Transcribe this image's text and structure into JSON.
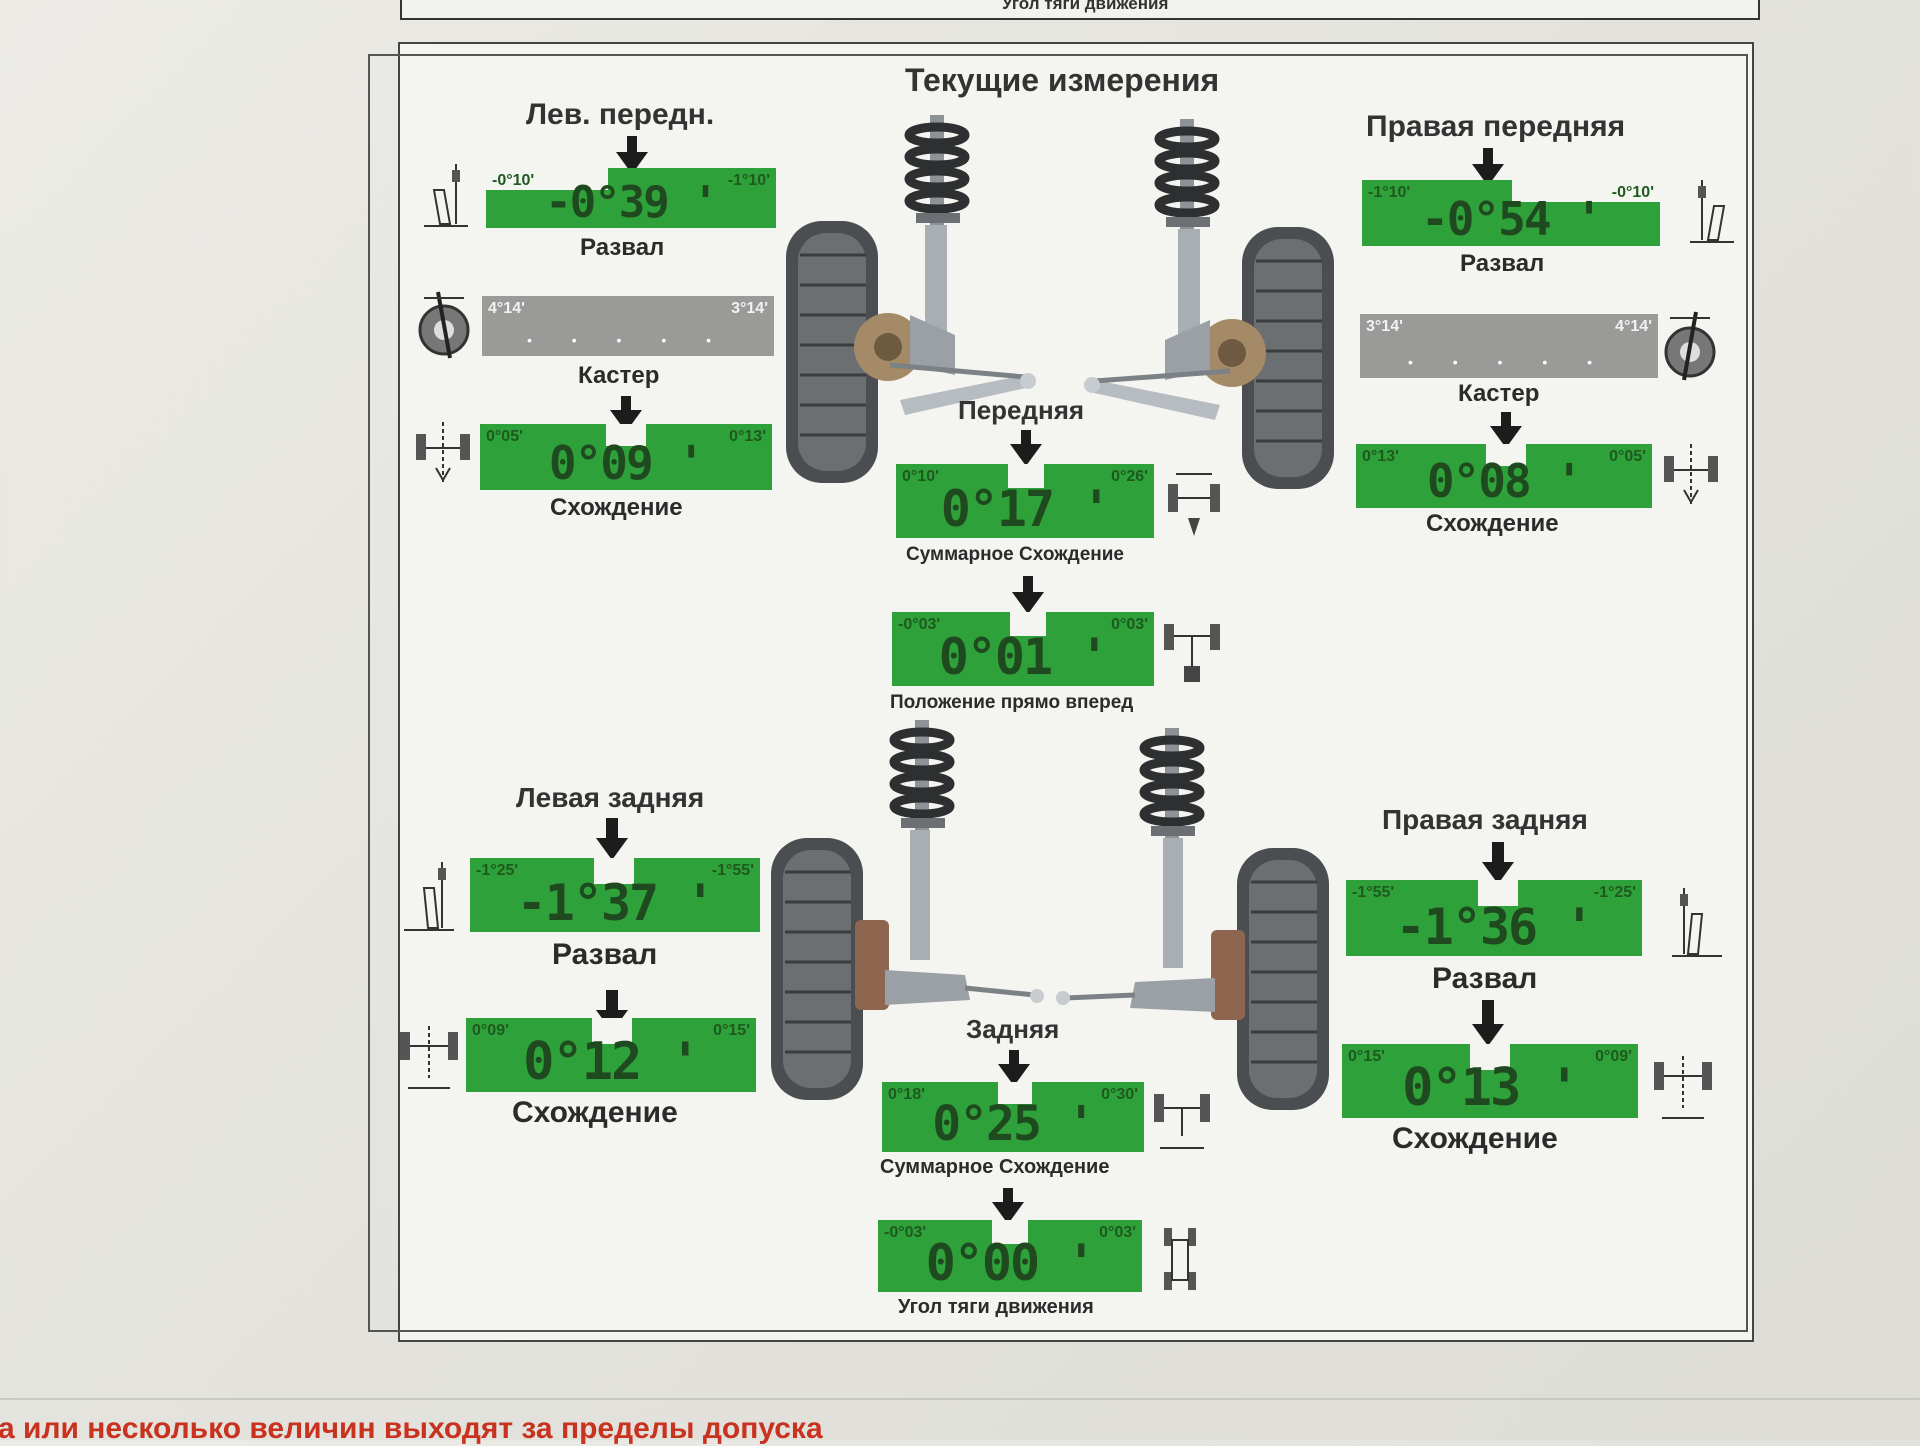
{
  "top_caption": "Угол тяги движения",
  "title": "Текущие измерения",
  "front": {
    "left": {
      "heading": "Лев. передн.",
      "camber": {
        "min": "-0°10'",
        "max": "-1°10'",
        "value": "-0°39",
        "label": "Развал"
      },
      "caster": {
        "min": "4°14'",
        "max": "3°14'",
        "label": "Кастер"
      },
      "toe": {
        "min": "0°05'",
        "max": "0°13'",
        "value": "0°09",
        "label": "Схождение"
      }
    },
    "right": {
      "heading": "Правая передняя",
      "camber": {
        "min": "-1°10'",
        "max": "-0°10'",
        "value": "-0°54",
        "label": "Развал"
      },
      "caster": {
        "min": "3°14'",
        "max": "4°14'",
        "label": "Кастер"
      },
      "toe": {
        "min": "0°13'",
        "max": "0°05'",
        "value": "0°08",
        "label": "Схождение"
      }
    },
    "axle": {
      "heading": "Передняя",
      "total_toe": {
        "min": "0°10'",
        "max": "0°26'",
        "value": "0°17",
        "label": "Суммарное Схождение"
      },
      "straight": {
        "min": "-0°03'",
        "max": "0°03'",
        "value": "0°01",
        "label": "Положение прямо вперед"
      }
    }
  },
  "rear": {
    "left": {
      "heading": "Левая задняя",
      "camber": {
        "min": "-1°25'",
        "max": "-1°55'",
        "value": "-1°37",
        "label": "Развал"
      },
      "toe": {
        "min": "0°09'",
        "max": "0°15'",
        "value": "0°12",
        "label": "Схождение"
      }
    },
    "right": {
      "heading": "Правая задняя",
      "camber": {
        "min": "-1°55'",
        "max": "-1°25'",
        "value": "-1°36",
        "label": "Развал"
      },
      "toe": {
        "min": "0°15'",
        "max": "0°09'",
        "value": "0°13",
        "label": "Схождение"
      }
    },
    "axle": {
      "heading": "Задняя",
      "total_toe": {
        "min": "0°18'",
        "max": "0°30'",
        "value": "0°25",
        "label": "Суммарное Схождение"
      },
      "thrust": {
        "min": "-0°03'",
        "max": "0°03'",
        "value": "0°00",
        "label": "Угол тяги движения"
      }
    }
  },
  "footer_text": "а или несколько величин выходят за пределы допуска",
  "colors": {
    "in_tolerance": "#2fa13a",
    "neutral": "#9a9a98",
    "alert_text": "#c8321f"
  }
}
